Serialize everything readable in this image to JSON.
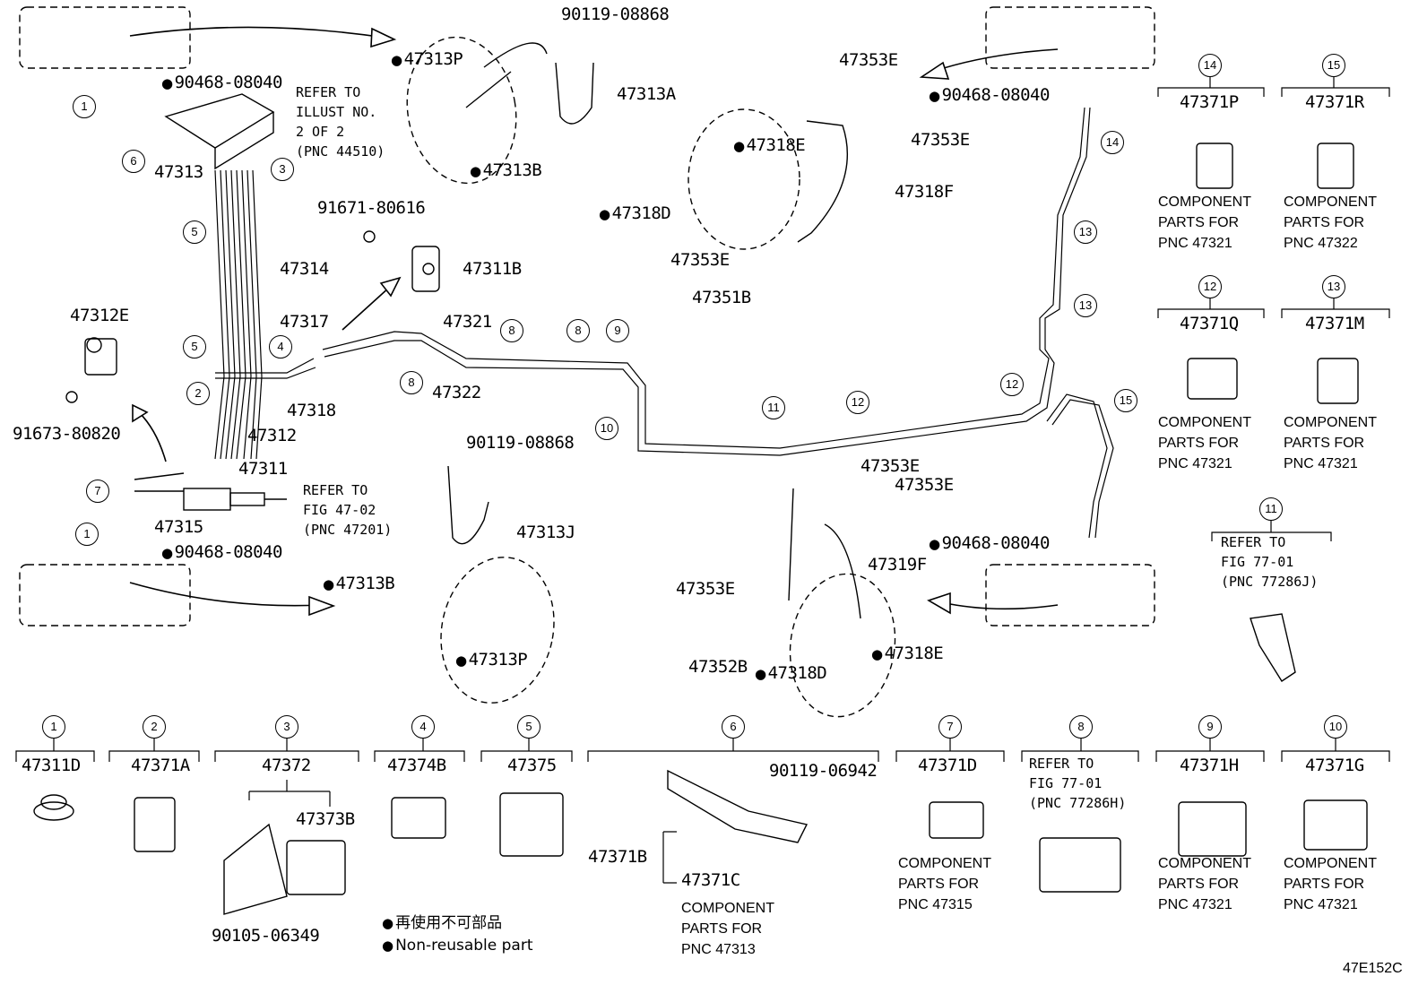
{
  "labels": {
    "p47313P_top": "47313P",
    "p90119_08868_top": "90119-08868",
    "p47313A": "47313A",
    "p47313B_top": "47313B",
    "p90468_08040_tl": "90468-08040",
    "refer_illust_1": "REFER TO",
    "refer_illust_2": "ILLUST NO.",
    "refer_illust_3": "2 OF 2",
    "refer_illust_4": "(PNC 44510)",
    "p47313": "47313",
    "p47314": "47314",
    "p91671_80616": "91671-80616",
    "p47311B": "47311B",
    "p47312E": "47312E",
    "p91673_80820": "91673-80820",
    "p47317": "47317",
    "p47318": "47318",
    "p47321": "47321",
    "p47322": "47322",
    "p47312": "47312",
    "p47311": "47311",
    "p47315": "47315",
    "refer_fig47_1": "REFER TO",
    "refer_fig47_2": "FIG 47-02",
    "refer_fig47_3": "(PNC 47201)",
    "p90468_08040_bl": "90468-08040",
    "p90119_08868_mid": "90119-08868",
    "p47313J": "47313J",
    "p47313B_mid": "47313B",
    "p47313P_mid": "47313P",
    "p47353E_1": "47353E",
    "p47353E_2": "47353E",
    "p47318E_top": "47318E",
    "p47318F": "47318F",
    "p47318D_top": "47318D",
    "p47353E_3": "47353E",
    "p47351B": "47351B",
    "p90468_08040_tr": "90468-08040",
    "p47353E_4": "47353E",
    "p47353E_5": "47353E",
    "p47319F": "47319F",
    "p47353E_6": "47353E",
    "p47352B": "47352B",
    "p47318D_bot": "47318D",
    "p47318E_bot": "47318E",
    "p90468_08040_br": "90468-08040",
    "p90119_06942": "90119-06942",
    "p47371B": "47371B",
    "p47371C": "47371C",
    "p90105_06349": "90105-06349",
    "p47373B": "47373B",
    "diagram_code": "47E152C"
  },
  "right_panels": [
    {
      "num": "14",
      "part": "47371P",
      "lines": [
        "COMPONENT",
        "PARTS FOR",
        "PNC 47321"
      ]
    },
    {
      "num": "15",
      "part": "47371R",
      "lines": [
        "COMPONENT",
        "PARTS FOR",
        "PNC 47322"
      ]
    },
    {
      "num": "12",
      "part": "47371Q",
      "lines": [
        "COMPONENT",
        "PARTS FOR",
        "PNC 47321"
      ]
    },
    {
      "num": "13",
      "part": "47371M",
      "lines": [
        "COMPONENT",
        "PARTS FOR",
        "PNC 47321"
      ]
    }
  ],
  "panel11": {
    "num": "11",
    "lines": [
      "REFER TO",
      "FIG 77-01",
      "(PNC 77286J)"
    ]
  },
  "bottom_panels": [
    {
      "num": "1",
      "part": "47311D",
      "lines": []
    },
    {
      "num": "2",
      "part": "47371A",
      "lines": []
    },
    {
      "num": "3",
      "part": "47372",
      "lines": []
    },
    {
      "num": "4",
      "part": "47374B",
      "lines": []
    },
    {
      "num": "5",
      "part": "47375",
      "lines": []
    },
    {
      "num": "6",
      "part": "",
      "lines": []
    },
    {
      "num": "7",
      "part": "47371D",
      "lines": [
        "COMPONENT",
        "PARTS FOR",
        "PNC 47315"
      ]
    },
    {
      "num": "8",
      "part": "",
      "lines": [
        "REFER TO",
        "FIG 77-01",
        "(PNC 77286H)"
      ]
    },
    {
      "num": "9",
      "part": "47371H",
      "lines": [
        "COMPONENT",
        "PARTS FOR",
        "PNC 47321"
      ]
    },
    {
      "num": "10",
      "part": "47371G",
      "lines": [
        "COMPONENT",
        "PARTS FOR",
        "PNC 47321"
      ]
    }
  ],
  "panel6_text": [
    "COMPONENT",
    "PARTS FOR",
    "PNC 47313"
  ],
  "legend": {
    "jp": "再使用不可部品",
    "en": "Non-reusable part"
  },
  "callouts": {
    "c1a": "1",
    "c6": "6",
    "c3": "3",
    "c5a": "5",
    "c5b": "5",
    "c4": "4",
    "c2": "2",
    "c7": "7",
    "c1b": "1",
    "c8a": "8",
    "c8b": "8",
    "c8c": "8",
    "c9": "9",
    "c10": "10",
    "c11": "11",
    "c12a": "12",
    "c12b": "12",
    "c13a": "13",
    "c13b": "13",
    "c14": "14",
    "c15": "15"
  }
}
